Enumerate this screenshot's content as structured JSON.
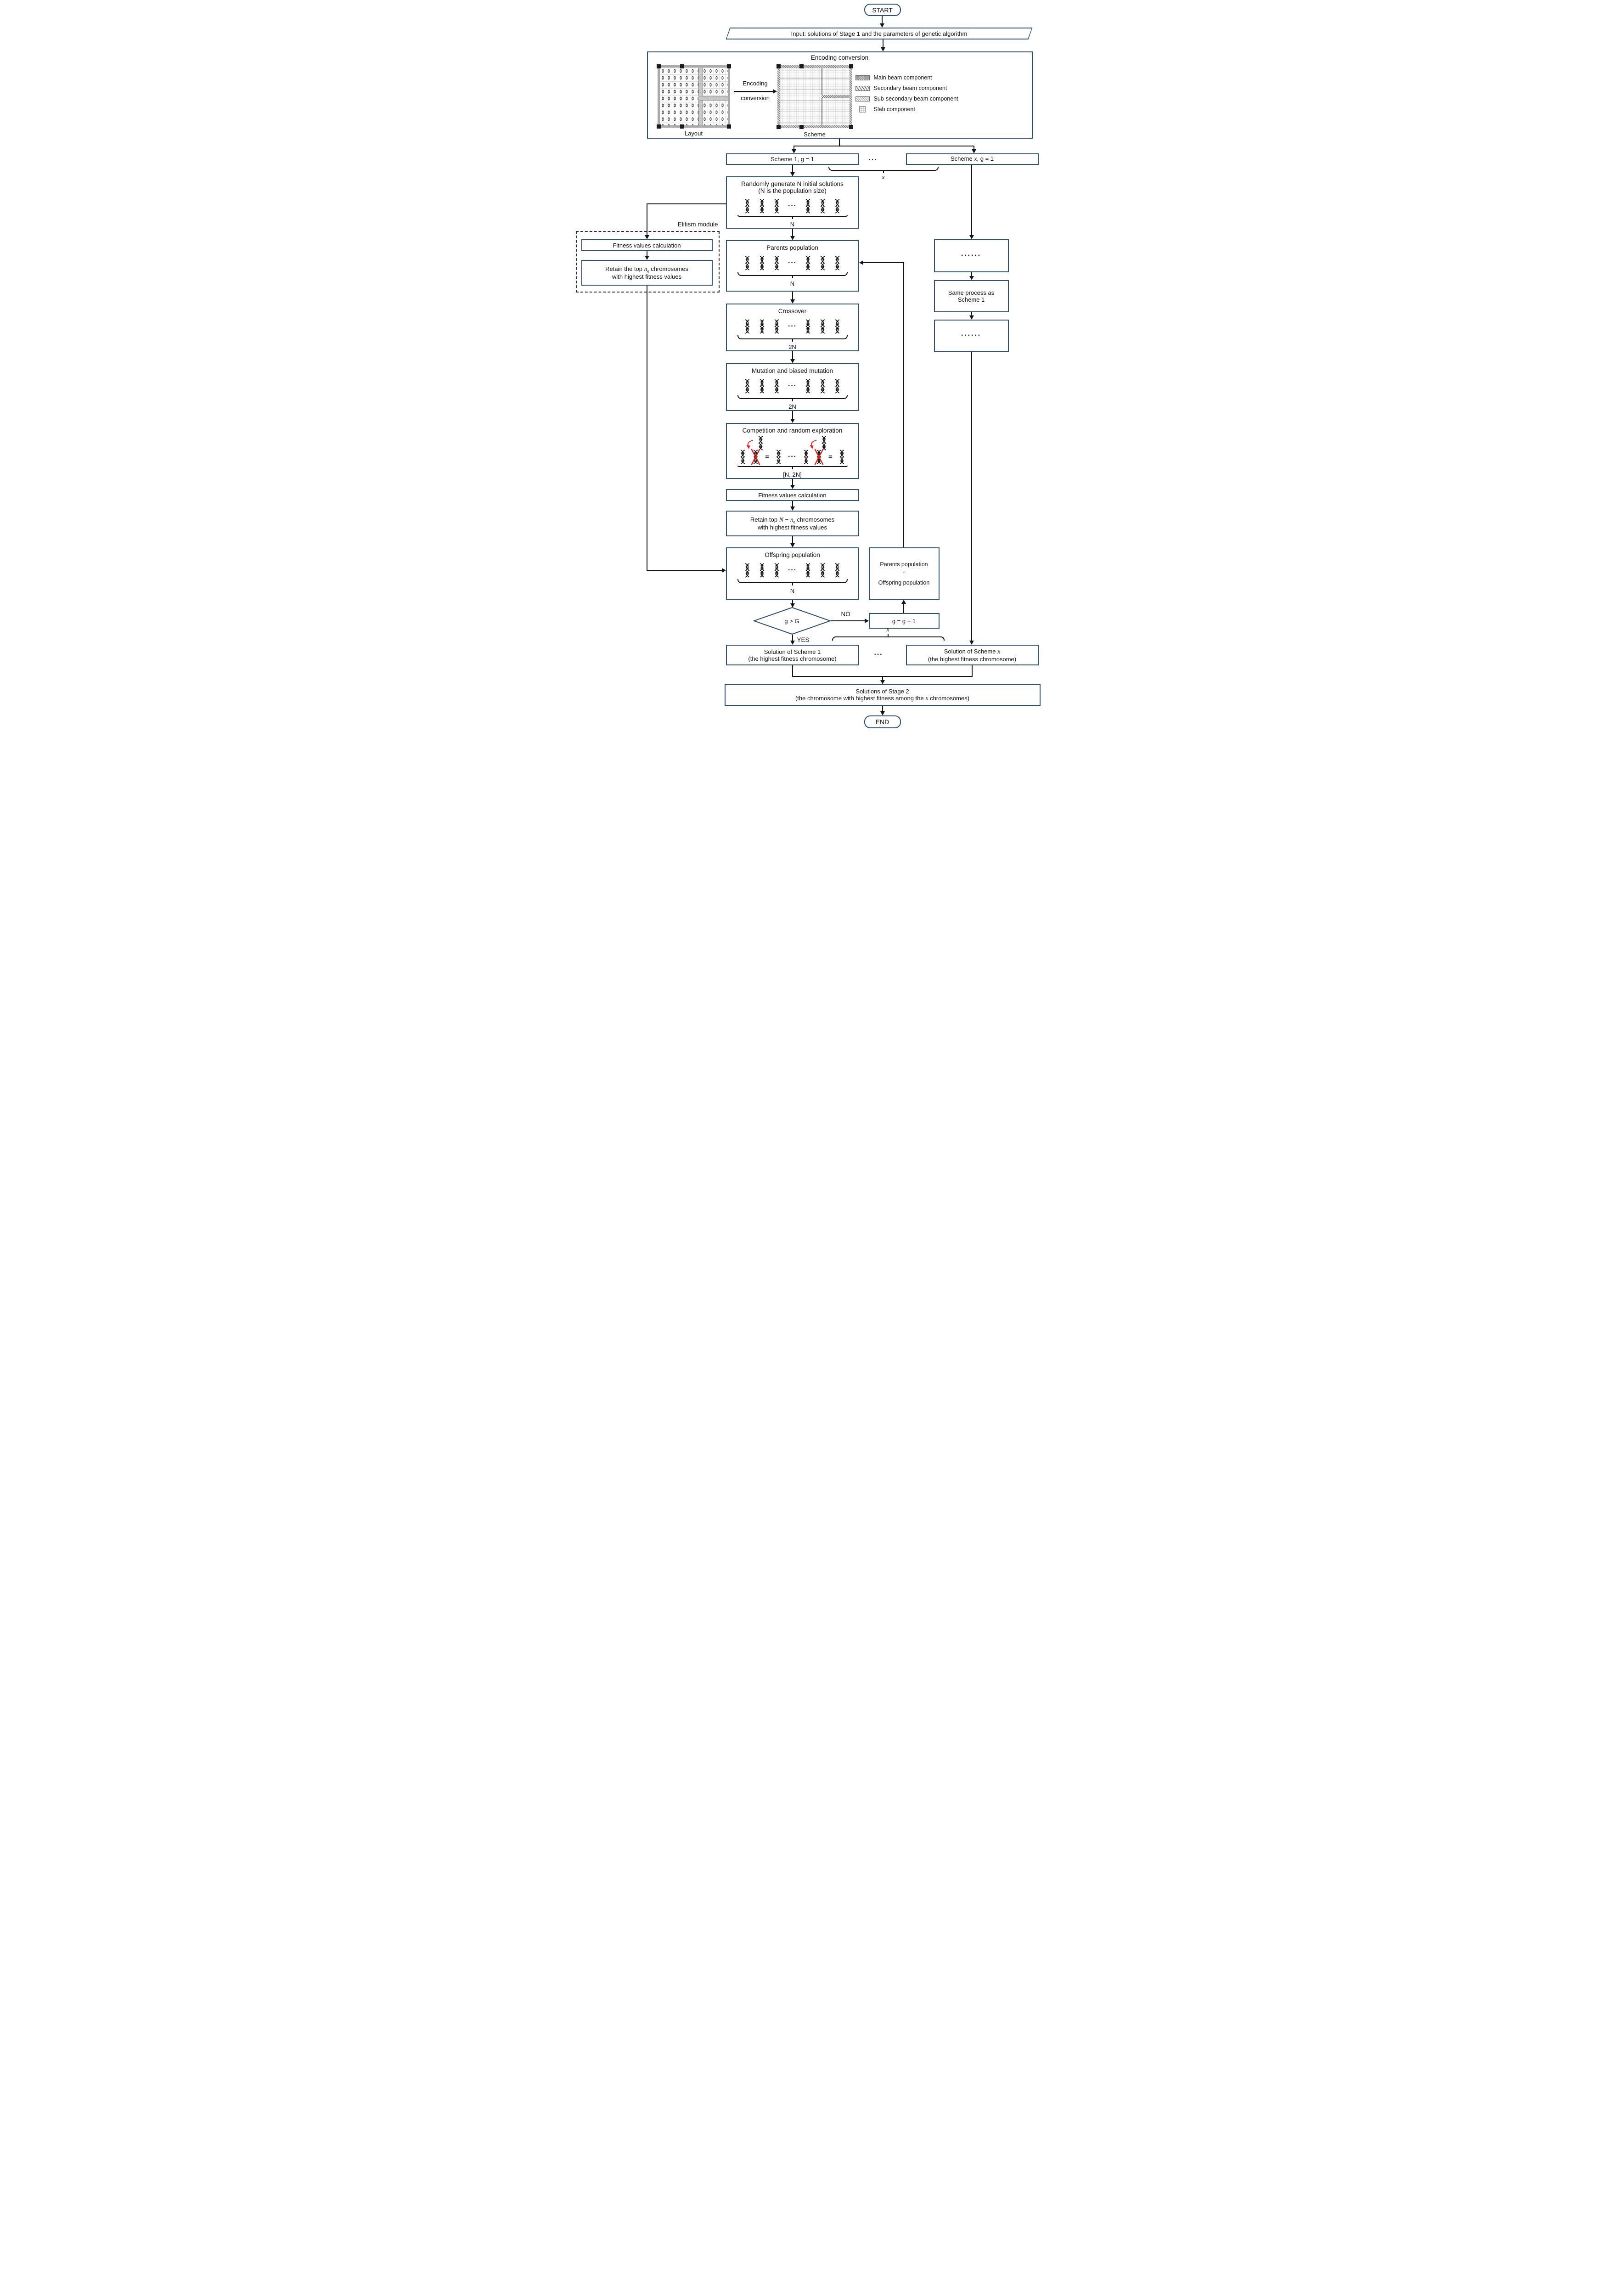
{
  "colors": {
    "box_border": "#31506f",
    "flow_line": "#141414",
    "highlight_red": "#d8231a"
  },
  "start": {
    "label": "START"
  },
  "input": {
    "label": "Input: solutions of Stage 1 and the parameters of genetic algorithm"
  },
  "encoding": {
    "title": "Encoding conversion",
    "arrow_top": "Encoding",
    "arrow_bottom": "conversion",
    "layout_caption": "Layout",
    "scheme_caption": "Scheme",
    "legend": [
      "Main beam component",
      "Secondary beam component",
      "Sub-secondary beam component",
      "Slab component"
    ]
  },
  "schemes": {
    "scheme1": "Scheme 1, g = 1",
    "schemex_pre": "Scheme ",
    "x": "x",
    "schemex_post": ", g = 1",
    "dots": "···",
    "brace_label": "x"
  },
  "init": {
    "line1": "Randomly generate N initial solutions",
    "line2": "(N is the population size)",
    "dots": "···",
    "count": "N"
  },
  "elitism": {
    "title": "Elitism module",
    "fitness": "Fitness values calculation",
    "retain_pre": "Retain the top ",
    "n": "n",
    "sub_e": "e",
    "retain_post": " chromosomes",
    "retain_line2": "with highest fitness values"
  },
  "parents": {
    "title": "Parents population",
    "dots": "···",
    "count": "N"
  },
  "crossover": {
    "title": "Crossover",
    "dots": "···",
    "count": "2N"
  },
  "mutation": {
    "title": "Mutation and biased mutation",
    "dots": "···",
    "count": "2N"
  },
  "competition": {
    "title": "Competition and random exploration",
    "equals": "=",
    "dots": "···",
    "count": "[N, 2N]"
  },
  "fitness2": {
    "label": "Fitness values calculation"
  },
  "retain2": {
    "pre": "Retain top ",
    "N": "N",
    "minus": " − ",
    "n": "n",
    "sub_e": "e",
    "post": " chromosomes",
    "line2": "with highest fitness values"
  },
  "offspring": {
    "title": "Offspring population",
    "dots": "···",
    "count": "N"
  },
  "right_column": {
    "dots1": "······",
    "same1": "Same process as",
    "same2": "Scheme 1",
    "dots2": "······"
  },
  "loop": {
    "decision": "g > G",
    "yes": "YES",
    "no": "NO",
    "g_update": "g = g + 1",
    "pp_top": "Parents population",
    "pp_arrow": "↑",
    "pp_bottom": "Offspring population"
  },
  "solutions": {
    "s1_line1": "Solution of Scheme 1",
    "line2": "(the highest fitness chromosome)",
    "sx_pre": "Solution of Scheme ",
    "x": "x",
    "dots": "···",
    "brace_label": "x"
  },
  "stage2": {
    "line1": "Solutions of Stage 2",
    "line2_pre": "(the chromosome with highest fitness among the ",
    "x": "x",
    "line2_post": " chromosomes)"
  },
  "end": {
    "label": "END"
  }
}
